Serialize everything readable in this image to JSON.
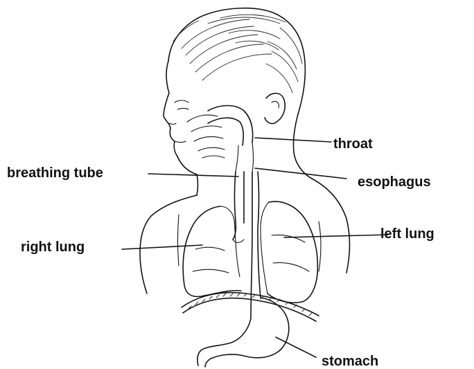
{
  "labels": {
    "throat": "throat",
    "breathing_tube": "breathing tube",
    "esophagus": "esophagus",
    "left_lung": "left lung",
    "right_lung": "right lung",
    "stomach": "stomach"
  },
  "colors": {
    "ink": "#111111",
    "background": "#ffffff"
  }
}
